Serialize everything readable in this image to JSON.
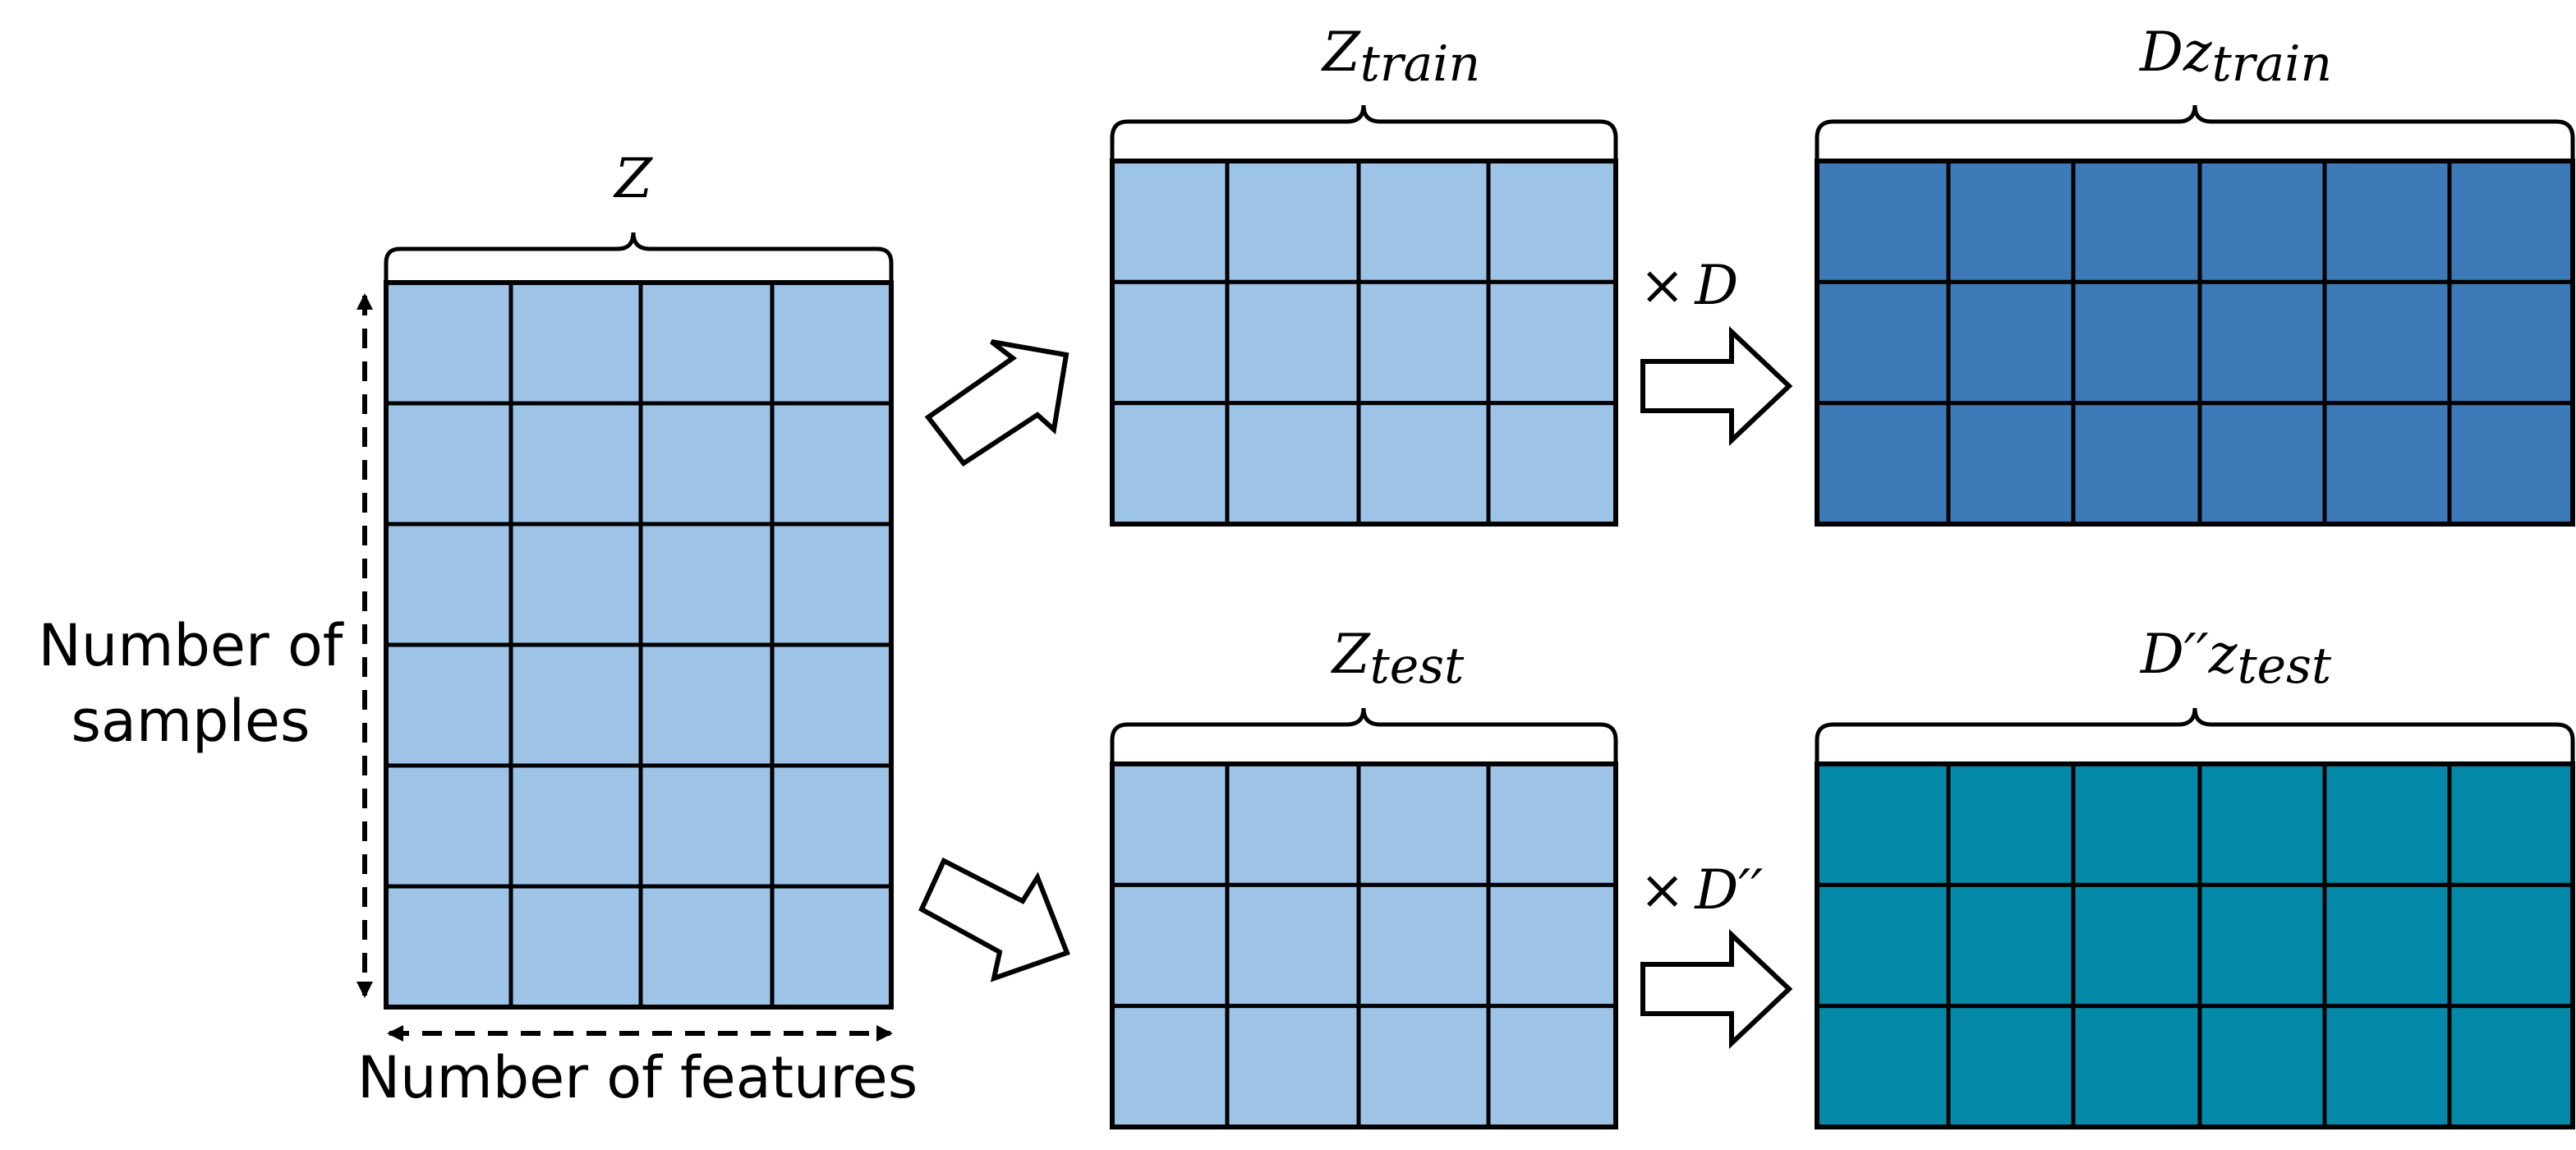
{
  "colors": {
    "input_matrix_fill": "#9dc3e6",
    "train_output_fill": "#3c7ab8",
    "test_output_fill": "#048aa8",
    "grid_stroke": "#000000",
    "background": "#ffffff"
  },
  "labels": {
    "z": "Z",
    "z_train_main": "Z",
    "z_train_sub": "train",
    "dz_train_main": "Dz",
    "dz_train_sub": "train",
    "z_test_main": "Z",
    "z_test_sub": "test",
    "ddz_test_main": "D′′z",
    "ddz_test_sub": "test",
    "times_d_symbol": "×",
    "times_d_var": "D",
    "times_dd_symbol": "×",
    "times_dd_var": "D′′",
    "number_of_samples_line1": "Number of",
    "number_of_samples_line2": "samples",
    "number_of_features": "Number of features"
  },
  "matrices": {
    "z": {
      "rows": 6,
      "cols": 4
    },
    "z_train": {
      "rows": 3,
      "cols": 4
    },
    "z_test": {
      "rows": 3,
      "cols": 4
    },
    "dz_train": {
      "rows": 3,
      "cols": 6
    },
    "ddz_test": {
      "rows": 3,
      "cols": 6
    }
  },
  "icons": {
    "split_to_train": "block-arrow-up-right-icon",
    "split_to_test": "block-arrow-down-right-icon",
    "multiply_train": "block-arrow-right-icon",
    "multiply_test": "block-arrow-right-icon",
    "sample_axis": "dashed-double-arrow-vertical-icon",
    "feature_axis": "dashed-double-arrow-horizontal-icon"
  }
}
